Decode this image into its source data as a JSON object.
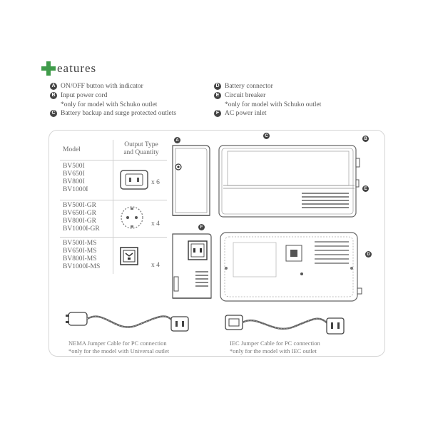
{
  "heading": {
    "title": "eatures"
  },
  "features_left": [
    {
      "badge": "A",
      "text": "ON/OFF button with indicator",
      "note": ""
    },
    {
      "badge": "B",
      "text": "Input power cord",
      "note": "*only for model with Schuko outlet"
    },
    {
      "badge": "C",
      "text": "Battery backup and surge protected outlets",
      "note": ""
    }
  ],
  "features_right": [
    {
      "badge": "D",
      "text": "Battery connector",
      "note": ""
    },
    {
      "badge": "E",
      "text": "Circuit breaker",
      "note": "*only for model with Schuko outlet"
    },
    {
      "badge": "F",
      "text": "AC power inlet",
      "note": ""
    }
  ],
  "table": {
    "col_model": "Model",
    "col_output_line1": "Output Type",
    "col_output_line2": "and Quantity",
    "groups": [
      {
        "models": [
          "BV500I",
          "BV650I",
          "BV800I",
          "BV1000I"
        ],
        "qty": "x 6"
      },
      {
        "models": [
          "BV500I-GR",
          "BV650I-GR",
          "BV800I-GR",
          "BV1000I-GR"
        ],
        "qty": "x 4"
      },
      {
        "models": [
          "BV500I-MS",
          "BV650I-MS",
          "BV800I-MS",
          "BV1000I-MS"
        ],
        "qty": "x 4"
      }
    ]
  },
  "diagram_badges": {
    "a": "A",
    "c": "C",
    "b": "B",
    "e": "E",
    "f": "F",
    "d": "D"
  },
  "cables": {
    "nema_line1": "NEMA Jumper Cable for PC connection",
    "nema_line2": "*only for the model with Universal outlet",
    "iec_line1": "IEC Jumper Cable for PC connection",
    "iec_line2": "*only for the model with IEC outlet"
  }
}
